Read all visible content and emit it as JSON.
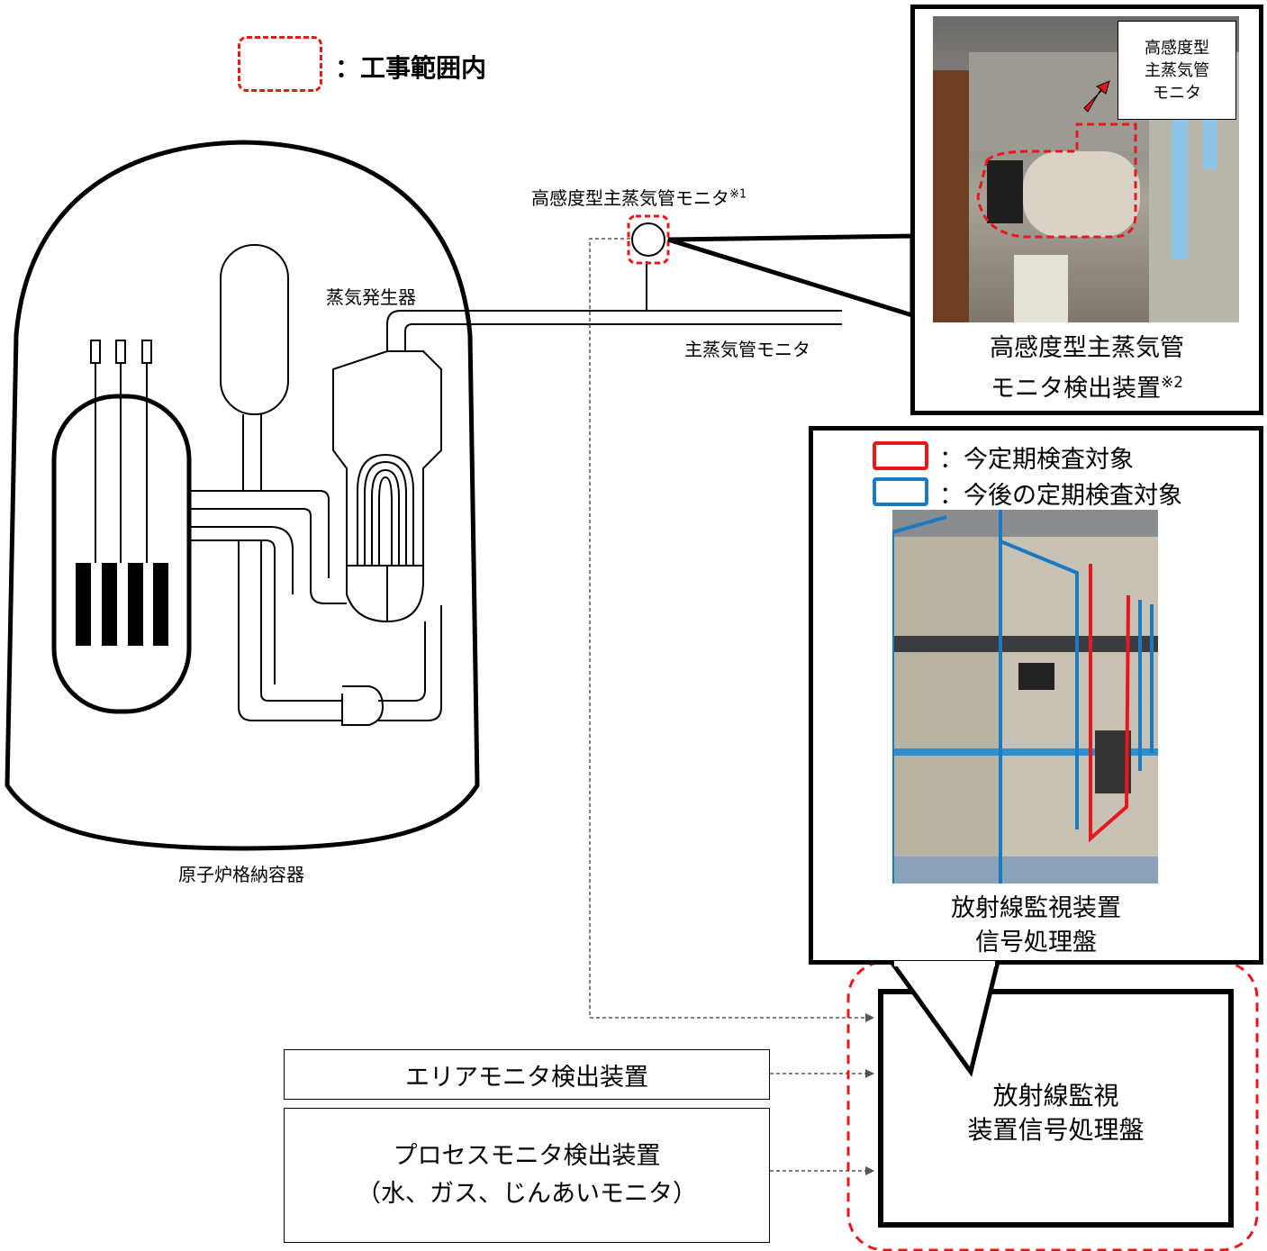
{
  "legend_scope": {
    "label": "：工事範囲内",
    "color": "#e8171c"
  },
  "labels": {
    "high_sens_monitor": "高感度型主蒸気管モニタ",
    "high_sens_monitor_note": "※1",
    "steam_generator": "蒸気発生器",
    "main_steam_monitor": "主蒸気管モニタ",
    "containment": "原子炉格納容器"
  },
  "photo_callout": {
    "tag_lines": [
      "高感度型",
      "主蒸気管",
      "モニタ"
    ],
    "caption_line1": "高感度型主蒸気管",
    "caption_line2": "モニタ検出装置",
    "caption_note": "※2"
  },
  "panel_callout": {
    "legend_current": "：今定期検査対象",
    "legend_future": "：今後の定期検査対象",
    "current_color": "#e8171c",
    "future_color": "#1a7ac4",
    "caption_line1": "放射線監視装置",
    "caption_line2": "信号処理盤"
  },
  "area_monitor_box": "エリアモニタ検出装置",
  "process_monitor_box": {
    "line1": "プロセスモニタ検出装置",
    "line2": "（水、ガス、じんあいモニタ）"
  },
  "processor_box": {
    "line1": "放射線監視",
    "line2": "装置信号処理盤"
  }
}
